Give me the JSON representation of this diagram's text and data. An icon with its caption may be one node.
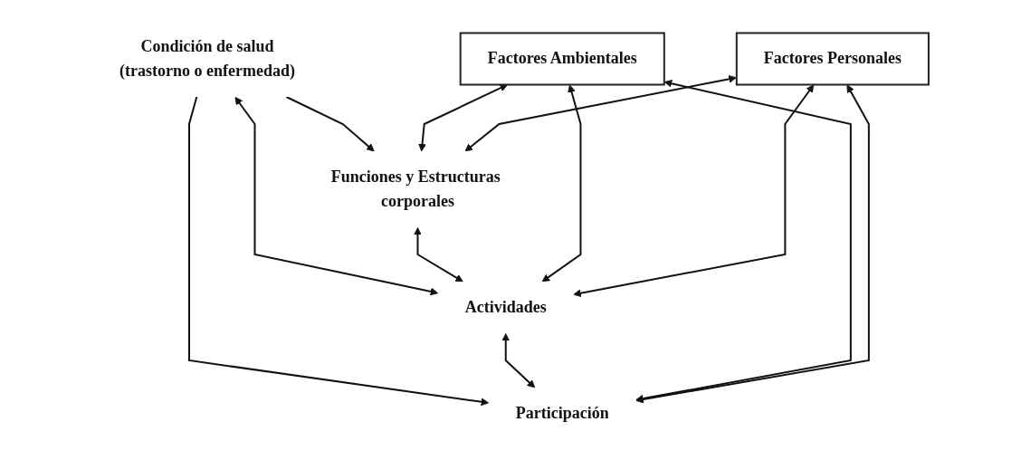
{
  "diagram": {
    "nodes": [
      {
        "text": [
          "Condición de salud",
          "(trastorno o enfermedad)"
        ]
      },
      {
        "text": [
          "Funciones y Estructuras corporales"
        ]
      },
      {
        "text": [
          "Actividades"
        ]
      },
      {
        "text": [
          "Participación"
        ]
      },
      {
        "text": [
          "Factores Ambientales"
        ]
      },
      {
        "text": [
          "Factores Personales"
        ]
      }
    ],
    "edges": [
      {
        "from": 0,
        "to": 2,
        "arrow": "both"
      },
      {
        "from": 0,
        "to": 1,
        "arrow": "to"
      },
      {
        "from": 0,
        "to": 3,
        "arrow": "to"
      },
      {
        "from": 1,
        "to": 2,
        "arrow": "both"
      },
      {
        "from": 2,
        "to": 3,
        "arrow": "both"
      },
      {
        "from": 4,
        "to": 1,
        "arrow": "both"
      },
      {
        "from": 4,
        "to": 2,
        "arrow": "both"
      },
      {
        "from": 4,
        "to": 3,
        "arrow": "both"
      },
      {
        "from": 5,
        "to": 1,
        "arrow": "both"
      },
      {
        "from": 5,
        "to": 2,
        "arrow": "both"
      },
      {
        "from": 5,
        "to": 3,
        "arrow": "both"
      }
    ]
  }
}
